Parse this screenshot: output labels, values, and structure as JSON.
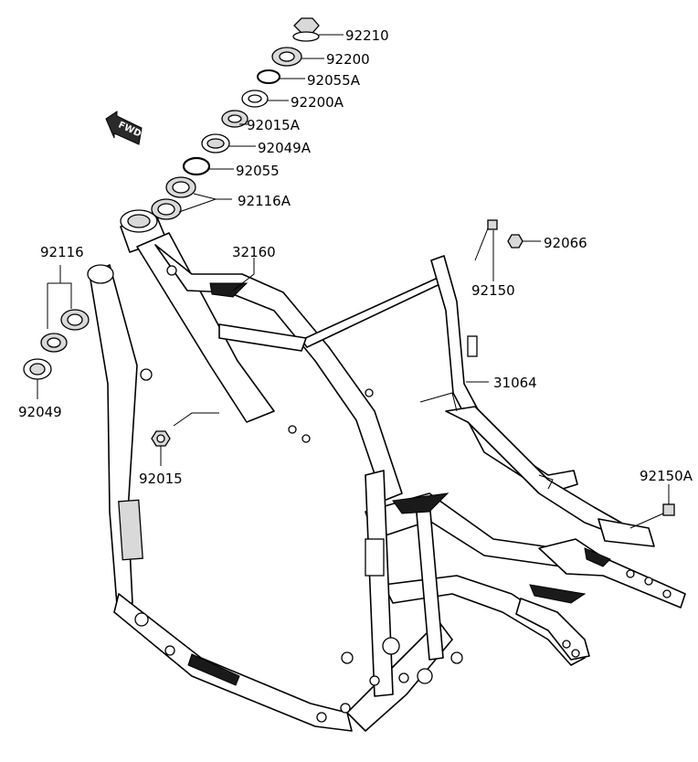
{
  "fwd_arrow": {
    "text": "FWD",
    "icon": "forward-arrow-icon"
  },
  "parts": {
    "p92210": "92210",
    "p92200": "92200",
    "p92055A": "92055A",
    "p92200A": "92200A",
    "p92015A": "92015A",
    "p92049A": "92049A",
    "p92055": "92055",
    "p92116A": "92116A",
    "p92116": "92116",
    "p92049": "92049",
    "p32160": "32160",
    "p92015": "92015",
    "p92066": "92066",
    "p92150": "92150",
    "p31064": "31064",
    "p92150A": "92150A"
  }
}
